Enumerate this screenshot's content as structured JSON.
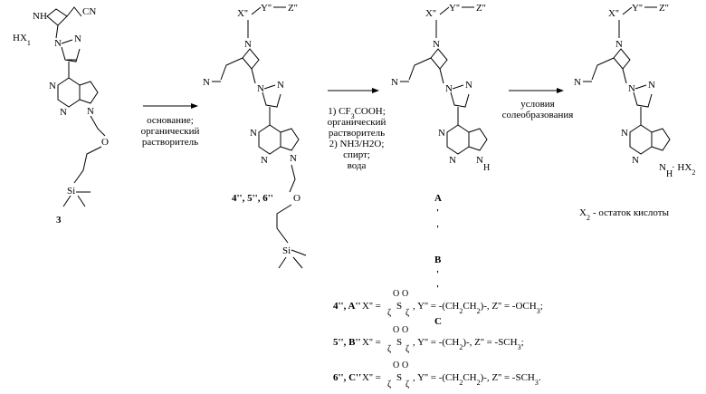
{
  "colors": {
    "ink": "#000000",
    "background": "#ffffff"
  },
  "compound3": {
    "label": "3",
    "salt": "HX",
    "salt_sub": "1",
    "amine": "NH",
    "nitrile": "CN",
    "pyrazole_n1": "N",
    "pyrazole_n2": "N",
    "pyrimidine_n1": "N",
    "pyrimidine_n2": "N",
    "pyrrole_n": "N",
    "ether_o": "O",
    "silicon": "Si"
  },
  "step1": {
    "conditions": [
      "основание;",
      "органический",
      "растворитель"
    ]
  },
  "compound4": {
    "label": "4'', 5'', 6''",
    "x": "X''",
    "y": "Y''",
    "z": "Z''",
    "dash": "—",
    "nitrile": "N",
    "azetidine_n": "N",
    "atom_n": "N",
    "ether_o": "O",
    "silicon": "Si"
  },
  "step2": {
    "conditions": [
      "1) CF",
      "3",
      "COOH;",
      "органический",
      "растворитель",
      "2) NH3/H2O;",
      "спирт;",
      "вода"
    ]
  },
  "compoundA": {
    "x": "X''",
    "y": "Y''",
    "z": "Z''",
    "dash": "—",
    "nitrile": "N",
    "azetidine_n": "N",
    "atom_n": "N",
    "nh": "H"
  },
  "step3": {
    "conditions": [
      "условия",
      "солеобразования"
    ]
  },
  "compoundSalt": {
    "x": "X''",
    "y": "Y''",
    "z": "Z''",
    "dash": "—",
    "nitrile": "N",
    "azetidine_n": "N",
    "atom_n": "N",
    "nh": "H",
    "salt": "· HX",
    "salt_sub": "2",
    "note": "X",
    "note_sub": "2",
    "note_rest": "- остаток кислоты"
  },
  "markers": {
    "a": "A",
    "b": "B",
    "c": "C",
    "tick": "'"
  },
  "definitions": [
    {
      "label": "4'', A''",
      "x": "X'' =",
      "sulfur": "S",
      "oxygen": "O",
      "squiggle": "ζ",
      "rest": ", Y'' = -(CH",
      "rest2": "CH",
      "rest3": ")-, Z'' = -OCH",
      "sub1": "2",
      "sub2": "2",
      "sub3": "3",
      "end": ";"
    },
    {
      "label": "5'', B''",
      "x": "X'' =",
      "sulfur": "S",
      "oxygen": "O",
      "squiggle": "ζ",
      "rest": ", Y'' = -(CH",
      "sub1": "2",
      "rest3": ")-, Z'' = -SCH",
      "sub3": "3",
      "end": ";"
    },
    {
      "label": "6'', C''",
      "x": "X'' =",
      "sulfur": "S",
      "oxygen": "O",
      "squiggle": "ζ",
      "rest": ", Y'' = -(CH",
      "rest2": "CH",
      "rest3": ")-, Z'' = -SCH",
      "sub1": "2",
      "sub2": "2",
      "sub3": "3",
      "end": "."
    }
  ]
}
